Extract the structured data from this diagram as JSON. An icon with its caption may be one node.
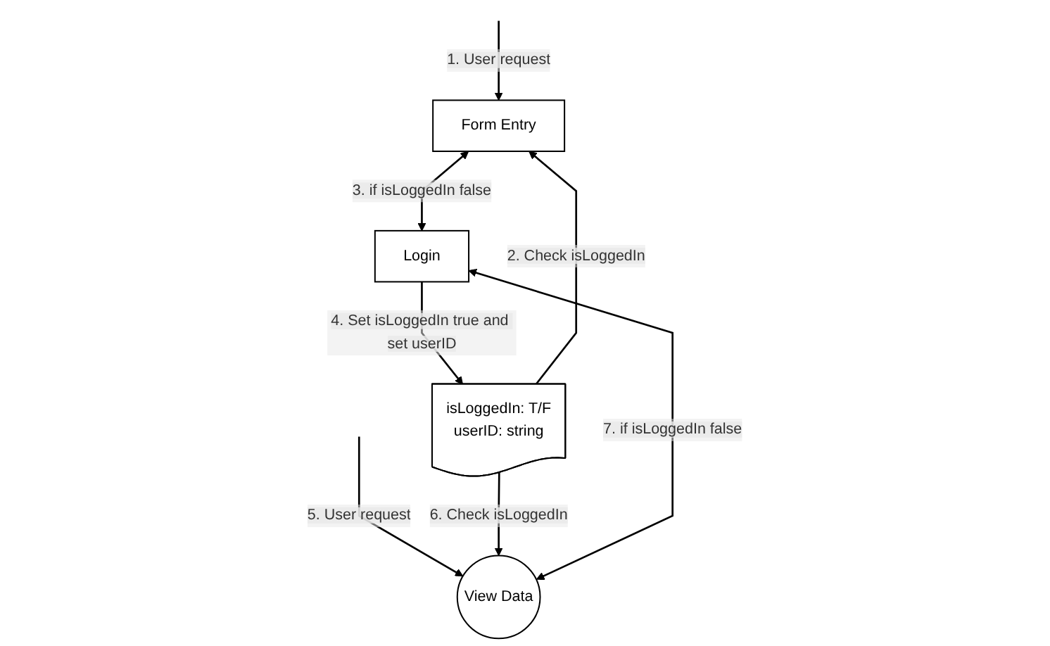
{
  "diagram": {
    "nodes": [
      {
        "text": [
          "Form Entry"
        ]
      },
      {
        "text": [
          "Login"
        ]
      },
      {
        "text": [
          "isLoggedIn: T/F",
          "userID: string"
        ]
      },
      {
        "text": [
          "View Data"
        ]
      }
    ],
    "edges": [
      {
        "from": null,
        "to": 0,
        "arrow": "to",
        "label": "1. User request"
      },
      {
        "from": 2,
        "to": 0,
        "arrow": "to",
        "label": "2. Check isLoggedIn"
      },
      {
        "from": 0,
        "to": 1,
        "arrow": "both",
        "label": "3. if isLoggedIn false"
      },
      {
        "from": 1,
        "to": 2,
        "arrow": "to",
        "label": "4. Set isLoggedIn true and set userID"
      },
      {
        "from": null,
        "to": 3,
        "arrow": "to",
        "label": "5. User request"
      },
      {
        "from": 2,
        "to": 3,
        "arrow": "to",
        "label": "6. Check isLoggedIn"
      },
      {
        "from": 3,
        "to": 1,
        "arrow": "both",
        "label": "7. if isLoggedIn false"
      }
    ]
  }
}
